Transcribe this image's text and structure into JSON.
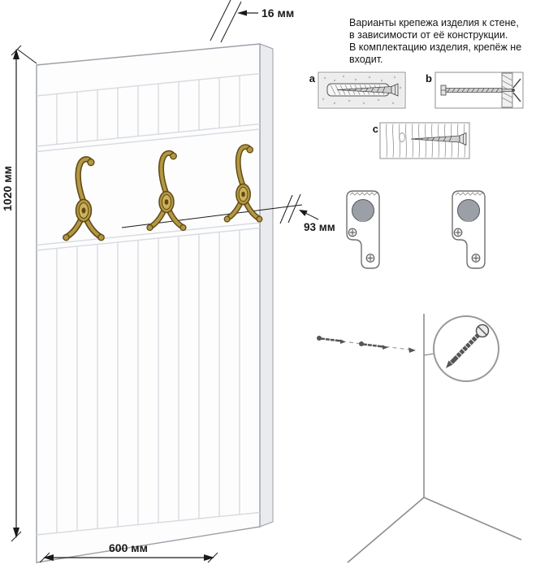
{
  "dimensions": {
    "thickness_label": "16 мм",
    "height_label": "1020 мм",
    "width_label": "600 мм",
    "hook_offset_label": "93 мм"
  },
  "note": {
    "lines": [
      "Варианты крепежа изделия к стене,",
      "в зависимости от её конструкции.",
      "В комплектацию изделия, крепёж не",
      "входит."
    ]
  },
  "fastener_options": {
    "labels": {
      "a": "a",
      "b": "b",
      "c": "c"
    }
  },
  "colors": {
    "line": "#1a1a1a",
    "panel_fill": "#fdfdfe",
    "panel_side_fill": "#e9ebee",
    "panel_top_fill": "#f3f4f6",
    "panel_groove": "#d7dbe0",
    "panel_edge": "#9aa1a8",
    "brass_light": "#b49743",
    "brass_dark": "#5f4a14",
    "brass_inner": "#cdb25c",
    "keyhole_fill": "#9aa0a6",
    "sketch": "#8d8d8d",
    "hatch": "#8a8a8a",
    "metal_fill": "#cfcfcf",
    "metal_edge": "#444444"
  }
}
